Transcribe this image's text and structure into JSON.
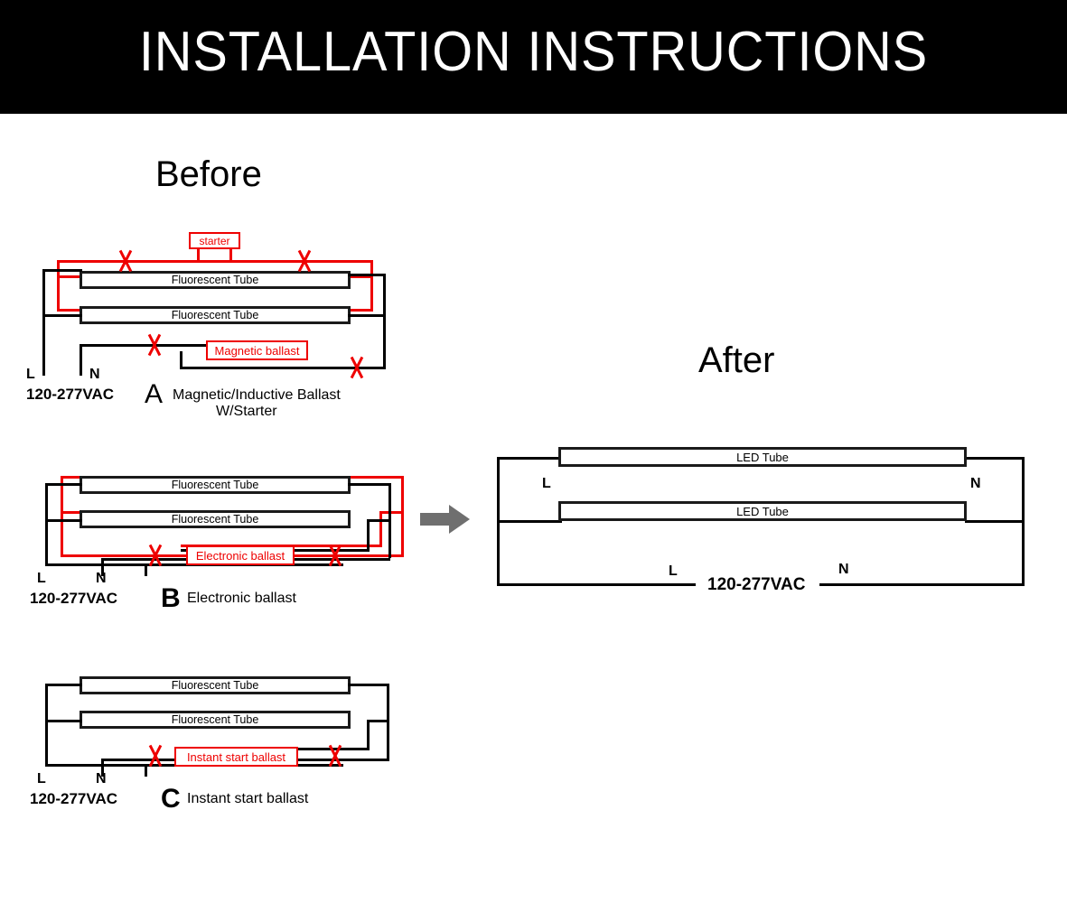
{
  "header": {
    "title": "INSTALLATION INSTRUCTIONS"
  },
  "sections": {
    "before_heading": "Before",
    "after_heading": "After"
  },
  "labels": {
    "fluorescent_tube": "Fluorescent Tube",
    "led_tube": "LED  Tube",
    "starter": "starter",
    "magnetic_ballast": "Magnetic ballast",
    "electronic_ballast": "Electronic  ballast",
    "instant_start_ballast": "Instant  start  ballast",
    "line": "L",
    "neutral": "N",
    "voltage": "120-277VAC"
  },
  "diagrams": {
    "a": {
      "letter": "A",
      "caption_line1": "Magnetic/Inductive  Ballast",
      "caption_line2": "W/Starter",
      "tube_top_label": "Fluorescent Tube",
      "tube_bottom_label": "Fluorescent Tube",
      "ballast_label": "Magnetic ballast",
      "starter_label": "starter",
      "supply_label": "120-277VAC",
      "line_label": "L",
      "neutral_label": "N",
      "xmark_count": 4
    },
    "b": {
      "letter": "B",
      "caption_line1": "Electronic ballast",
      "tube_top_label": "Fluorescent Tube",
      "tube_bottom_label": "Fluorescent Tube",
      "ballast_label": "Electronic  ballast",
      "supply_label": "120-277VAC",
      "line_label": "L",
      "neutral_label": "N",
      "xmark_count": 2
    },
    "c": {
      "letter": "C",
      "caption_line1": "Instant start ballast",
      "tube_top_label": "Fluorescent Tube",
      "tube_bottom_label": "Fluorescent Tube",
      "ballast_label": "Instant  start  ballast",
      "supply_label": "120-277VAC",
      "line_label": "L",
      "neutral_label": "N",
      "xmark_count": 2
    },
    "after": {
      "tube_top_label": "LED  Tube",
      "tube_bottom_label": "LED  Tube",
      "line_label_left": "L",
      "neutral_label_right": "N",
      "line_label_bottom": "L",
      "neutral_label_bottom": "N",
      "supply_label": "120-277VAC"
    }
  },
  "colors": {
    "header_background": "#000000",
    "header_text": "#ffffff",
    "wire_black": "#000000",
    "wire_red": "#ee0000",
    "ballast_red": "#ee0000",
    "arrow_gray": "#6f6f6f",
    "page_background": "#ffffff"
  },
  "icons": {
    "transition_arrow": "arrow-right-icon",
    "cross_out": "x-mark-icon"
  }
}
